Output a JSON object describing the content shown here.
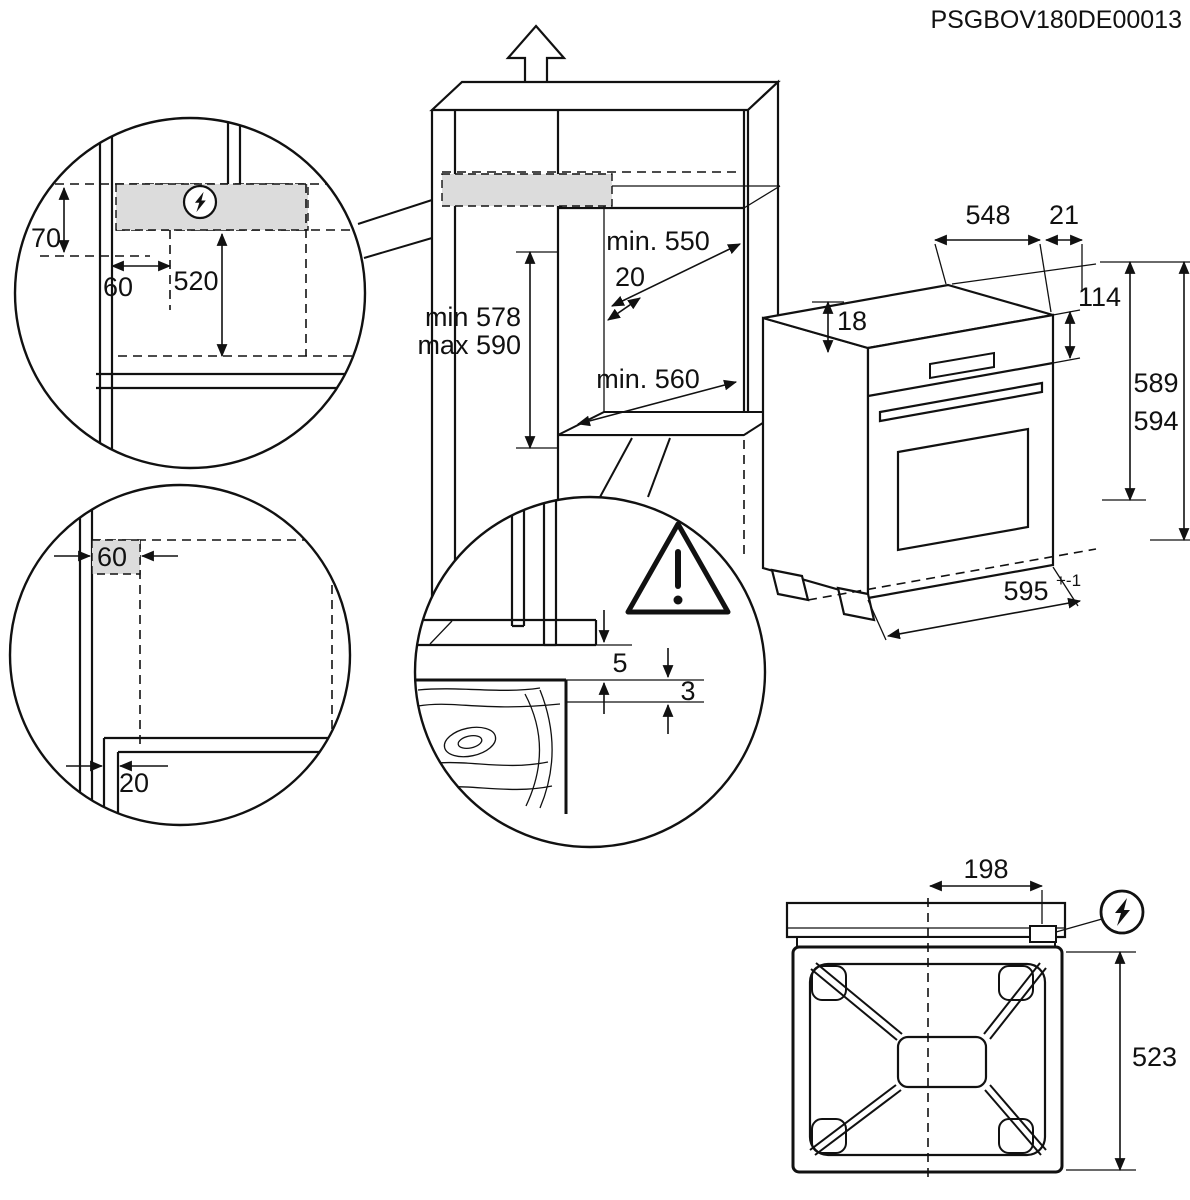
{
  "title": "PSGBOV180DE00013",
  "cabinet": {
    "niche_depth": "min. 550",
    "rear_gap": "20",
    "niche_height_min": "min 578",
    "niche_height_max": "max 590",
    "niche_floor_depth": "min. 560"
  },
  "detail_top_left": {
    "top_clearance": "70",
    "side_clearance": "60",
    "height_from_shelf": "520"
  },
  "detail_bottom_left": {
    "side_clearance": "60",
    "front_clearance": "20"
  },
  "detail_gap": {
    "upper_gap": "5",
    "lower_gap": "3"
  },
  "oven": {
    "body_depth": "548",
    "door_depth": "21",
    "top_recess": "18",
    "front_panel_height": "114",
    "body_height": "589",
    "overall_height": "594",
    "front_width": "595",
    "front_width_tolerance": "+-1"
  },
  "rear_view": {
    "mains_offset": "198",
    "mains_height": "523"
  },
  "icons": {
    "electric": "lightning-bolt-icon",
    "warning": "exclamation-triangle-icon"
  }
}
